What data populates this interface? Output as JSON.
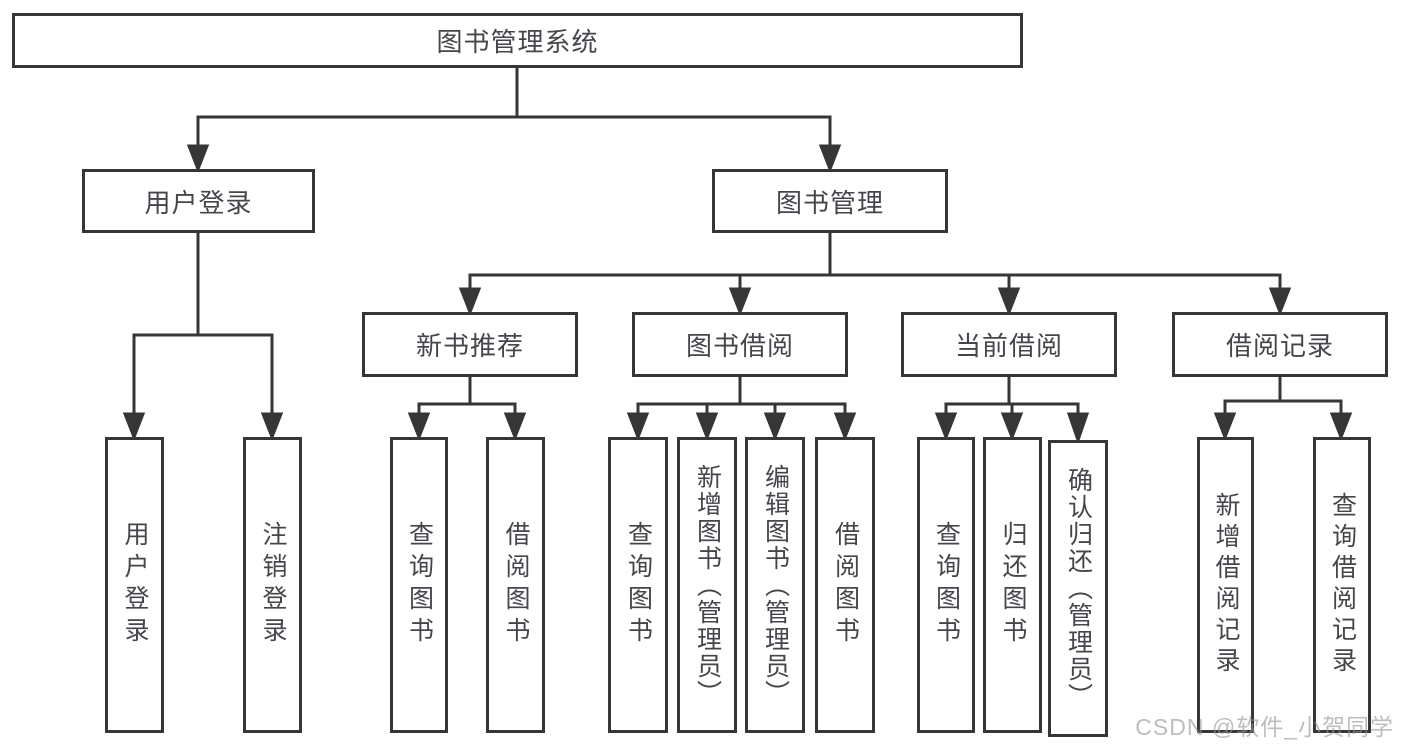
{
  "diagram": {
    "root": {
      "label": "图书管理系统"
    },
    "branches": [
      {
        "label": "用户登录",
        "children": [
          {
            "label": "用户登录"
          },
          {
            "label": "注销登录"
          }
        ]
      },
      {
        "label": "图书管理",
        "children": [
          {
            "label": "新书推荐",
            "children": [
              {
                "label": "查询图书"
              },
              {
                "label": "借阅图书"
              }
            ]
          },
          {
            "label": "图书借阅",
            "children": [
              {
                "label": "查询图书"
              },
              {
                "label": "新增图书（管理员）"
              },
              {
                "label": "编辑图书（管理员）"
              },
              {
                "label": "借阅图书"
              }
            ]
          },
          {
            "label": "当前借阅",
            "children": [
              {
                "label": "查询图书"
              },
              {
                "label": "归还图书"
              },
              {
                "label": "确认归还（管理员）"
              }
            ]
          },
          {
            "label": "借阅记录",
            "children": [
              {
                "label": "新增借阅记录"
              },
              {
                "label": "查询借阅记录"
              }
            ]
          }
        ]
      }
    ]
  },
  "watermark": {
    "text": "CSDN @软件_小贺同学"
  },
  "colors": {
    "line": "#353638",
    "text": "#45464b",
    "watermark": "#919499",
    "background": "#ffffff"
  }
}
